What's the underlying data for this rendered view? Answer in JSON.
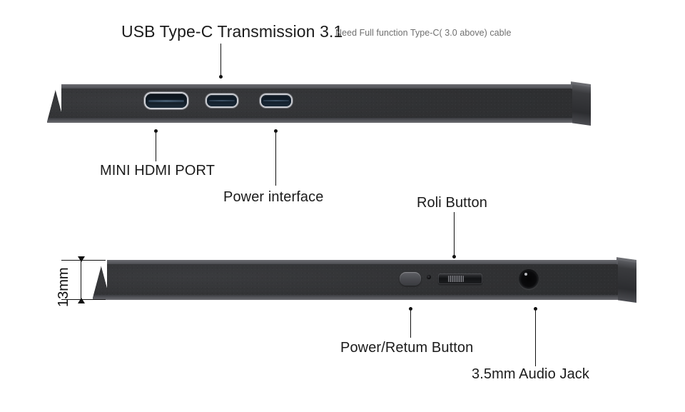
{
  "page": {
    "background": "#ffffff",
    "subject": "portable-monitor-port-diagram"
  },
  "annotations": {
    "title": "USB Type-C Transmission 3.1",
    "title_note": "Need Full function Type-C( 3.0 above) cable",
    "mini_hdmi": "MINI HDMI PORT",
    "power_interface": "Power interface",
    "roli_button": "Roli Button",
    "power_return_button": "Power/Retum Button",
    "audio_jack": "3.5mm Audio Jack",
    "thickness": "13mm"
  },
  "devices": {
    "top": {
      "name": "top-edge-view",
      "ports": [
        {
          "id": "mini-hdmi-port",
          "type": "mini-hdmi"
        },
        {
          "id": "usb-c-port-power",
          "type": "usb-c"
        },
        {
          "id": "usb-c-port-data",
          "type": "usb-c"
        }
      ]
    },
    "bottom": {
      "name": "bottom-edge-view",
      "controls": [
        {
          "id": "power-return-button",
          "type": "button"
        },
        {
          "id": "status-led",
          "type": "led"
        },
        {
          "id": "roli-roller-button",
          "type": "roller"
        },
        {
          "id": "audio-jack-3-5mm",
          "type": "jack"
        }
      ]
    }
  },
  "colors": {
    "body_face": "#2e2f32",
    "body_edge": "#5c5d62",
    "port_inner": "#101a24",
    "port_ring": "#c9cbd0",
    "label_text": "#1b1b1b",
    "note_text": "#6f6f6f",
    "leader_line": "#111111"
  }
}
